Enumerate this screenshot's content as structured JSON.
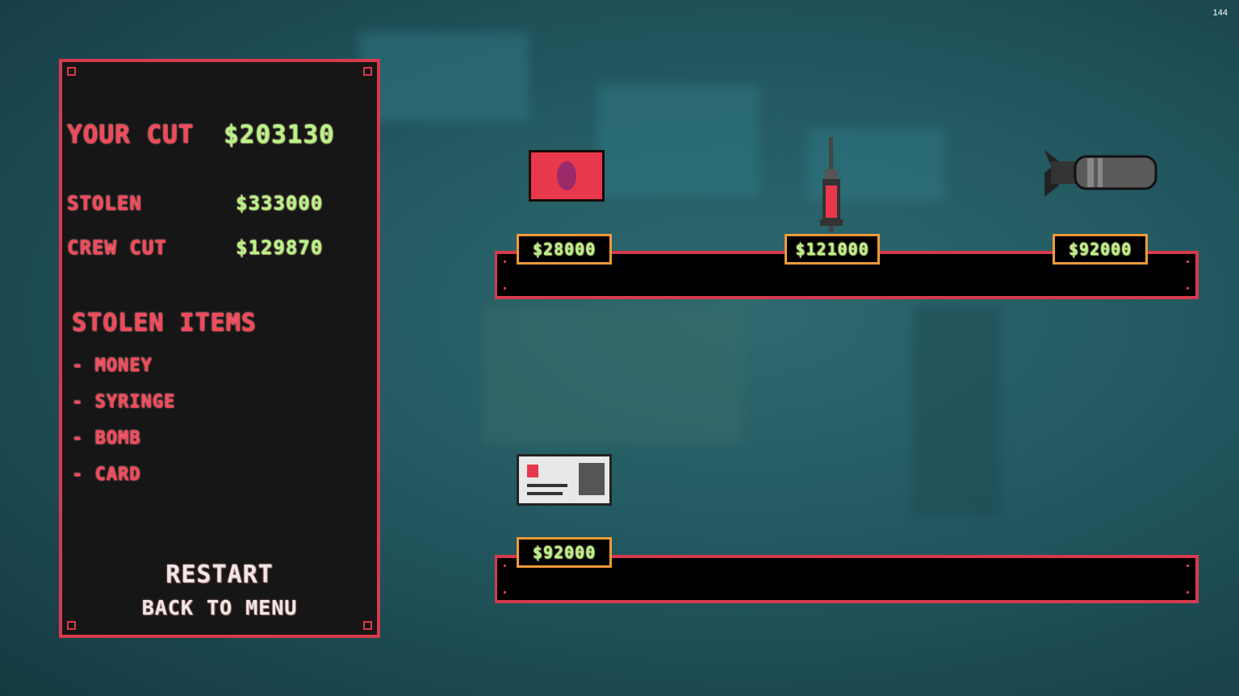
{
  "fps": "144",
  "summary": {
    "your_cut_label": "YOUR CUT",
    "your_cut_value": "$203130",
    "stolen_label": "STOLEN",
    "stolen_value": "$333000",
    "crew_cut_label": "CREW CUT",
    "crew_cut_value": "$129870",
    "items_heading": "STOLEN ITEMS",
    "items": [
      "- MONEY",
      "- SYRINGE",
      "- BOMB",
      "- CARD"
    ],
    "restart": "RESTART",
    "back_to_menu": "BACK TO MENU"
  },
  "shelf_items": [
    {
      "name": "money",
      "price": "$28000"
    },
    {
      "name": "syringe",
      "price": "$121000"
    },
    {
      "name": "bomb",
      "price": "$92000"
    },
    {
      "name": "card",
      "price": "$92000"
    }
  ],
  "colors": {
    "accent": "#d63a4c",
    "price_border": "#f09a3a",
    "money_green": "#b8f58a"
  }
}
